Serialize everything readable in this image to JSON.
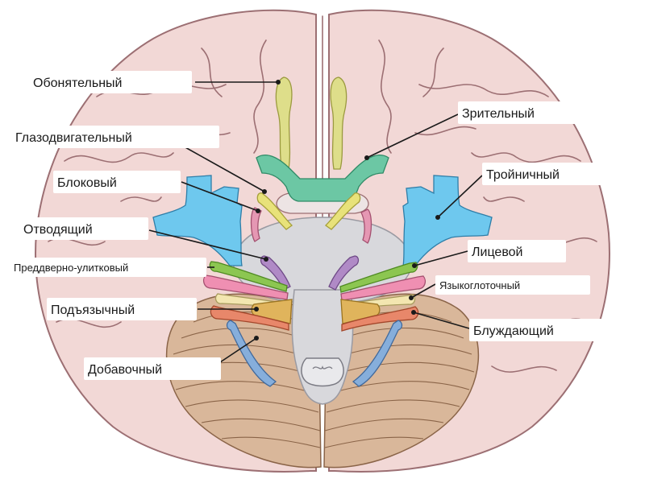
{
  "labels": {
    "olfactory": "Обонятельный",
    "optic": "Зрительный",
    "oculomotor": "Глазодвигательный",
    "trochlear": "Блоковый",
    "trigeminal": "Тройничный",
    "abducens": "Отводящий",
    "facial": "Лицевой",
    "vestibulocochlear": "Преддверно-улитковый",
    "glossopharyngeal": "Языкоглоточный",
    "hypoglossal": "Подъязычный",
    "vagus": "Блуждающий",
    "accessory": "Добавочный"
  },
  "colors": {
    "brain": "#f2d8d6",
    "brain_outline": "#9c6f73",
    "cerebellum": "#d9b79a",
    "brainstem": "#d8d8dc",
    "olfactory": "#dede8a",
    "optic": "#6cc7a4",
    "oculomotor": "#e8e27a",
    "trochlear": "#e597b3",
    "trigeminal": "#6ec8ee",
    "abducens": "#b08ac6",
    "facial": "#8cc651",
    "vestibulocochlear": "#ef8fb2",
    "glossopharyngeal": "#f3e6b0",
    "hypoglossal": "#e0b45c",
    "vagus": "#e8876a",
    "accessory": "#86aedb"
  }
}
